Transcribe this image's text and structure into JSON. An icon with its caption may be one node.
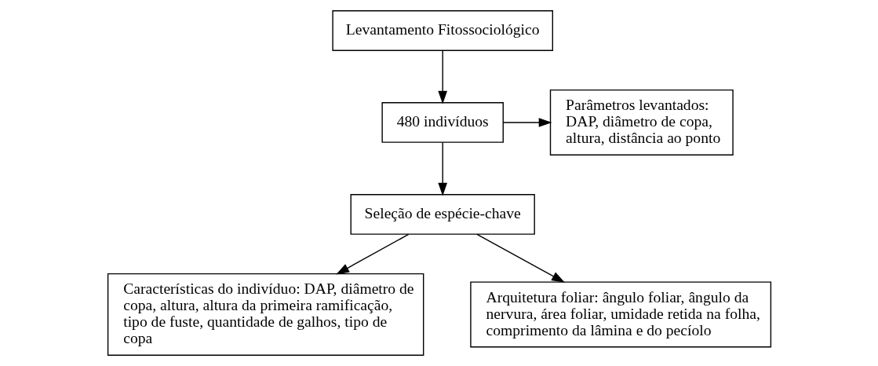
{
  "diagram": {
    "nodes": [
      {
        "text": [
          "Levantamento Fitossociológico"
        ]
      },
      {
        "text": [
          "480 indivíduos"
        ]
      },
      {
        "text": [
          "Parâmetros levantados: DAP, diâmetro de copa, altura, distância ao ponto"
        ]
      },
      {
        "text": [
          "Seleção de espécie-chave"
        ]
      },
      {
        "text": [
          "Características do indivíduo: DAP, diâmetro de copa, altura, altura da primeira ramificação, tipo de fuste, quantidade de galhos, tipo de copa"
        ]
      },
      {
        "text": [
          "Arquitetura foliar: ângulo foliar, ângulo da nervura, área foliar, umidade retida na folha, comprimento da lâmina e do pecíolo"
        ]
      }
    ],
    "edges": [
      {
        "from": 0,
        "to": 1,
        "arrow": "to"
      },
      {
        "from": 1,
        "to": 2,
        "arrow": "to"
      },
      {
        "from": 1,
        "to": 3,
        "arrow": "to"
      },
      {
        "from": 3,
        "to": 4,
        "arrow": "to"
      },
      {
        "from": 3,
        "to": 5,
        "arrow": "to"
      }
    ]
  }
}
